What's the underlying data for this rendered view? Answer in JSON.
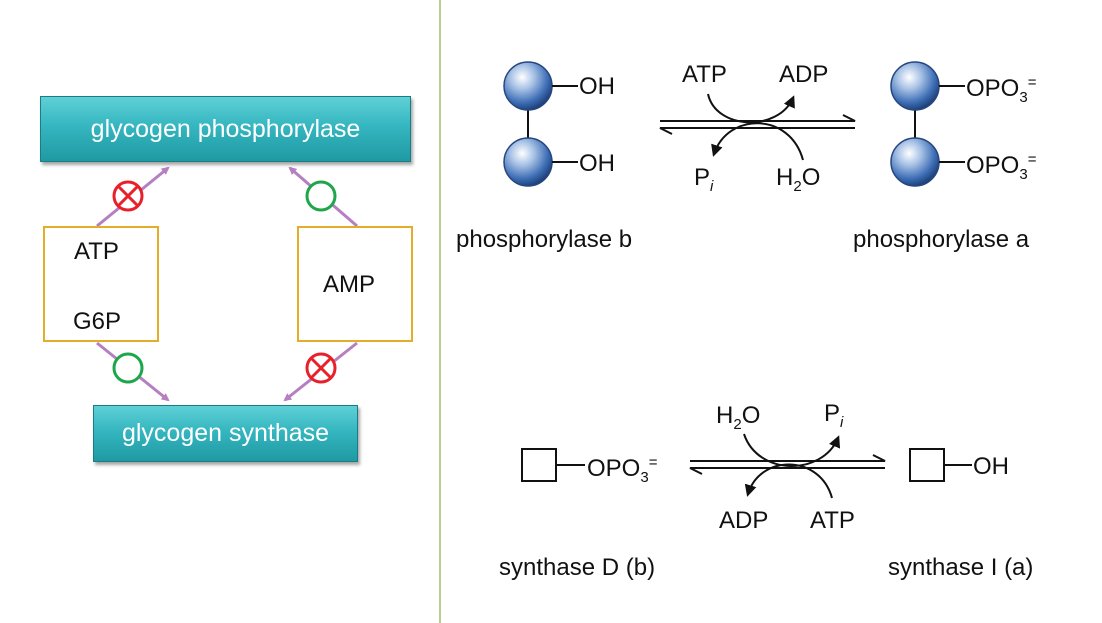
{
  "left_panel": {
    "phosphorylase_label": "glycogen phosphorylase",
    "synthase_label": "glycogen synthase",
    "left_effectors": [
      "ATP",
      "G6P"
    ],
    "right_effector": "AMP",
    "colors": {
      "enzyme_fill": "#35b6c0",
      "effector_border": "#e3ad2a",
      "arrow": "#b57fc1",
      "activate": "#1fa64a",
      "inhibit": "#e8202a",
      "divider": "#b9cf8f"
    }
  },
  "phosphorylase_reaction": {
    "substrate_groups": [
      "OH",
      "OH"
    ],
    "product_group": "OPO",
    "product_subscript": "3",
    "product_superscript": "=",
    "top_left": "ATP",
    "top_right": "ADP",
    "bottom_left_base": "P",
    "bottom_left_sub": "i",
    "bottom_right_base": "H",
    "bottom_right_sub": "2",
    "bottom_right_tail": "O",
    "left_label": "phosphorylase b",
    "right_label": "phosphorylase a"
  },
  "synthase_reaction": {
    "left_group": "OPO",
    "left_subscript": "3",
    "left_superscript": "=",
    "right_group": "OH",
    "top_left_base": "H",
    "top_left_sub": "2",
    "top_left_tail": "O",
    "top_right_base": "P",
    "top_right_sub": "i",
    "bottom_left": "ADP",
    "bottom_right": "ATP",
    "left_label": "synthase D (b)",
    "right_label": "synthase I (a)"
  }
}
